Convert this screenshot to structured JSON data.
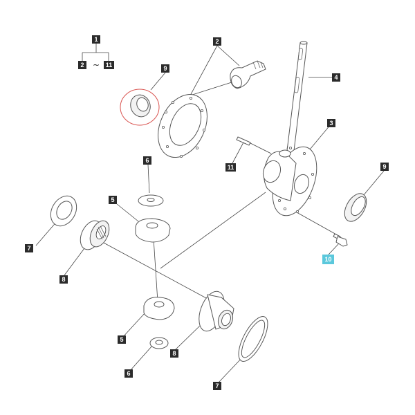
{
  "colors": {
    "callout_bg": "#2b2b2b",
    "callout_highlight_bg": "#5bc8dc",
    "callout_text": "#ffffff",
    "leader": "#444444",
    "part_stroke": "#555555",
    "highlight_ring": "#d9534f"
  },
  "callouts": {
    "c1": "1",
    "c2_group": "2",
    "c11_group": "11",
    "c2": "2",
    "c9_top": "9",
    "c4": "4",
    "c3": "3",
    "c11": "11",
    "c6_top": "6",
    "c5_top": "5",
    "c9_right": "9",
    "c7_left": "7",
    "c8_left": "8",
    "c10": "10",
    "c5_bottom": "5",
    "c8_bottom": "8",
    "c6_bottom": "6",
    "c7_bottom": "7"
  },
  "range_symbol": "~",
  "highlighted_part": "10"
}
